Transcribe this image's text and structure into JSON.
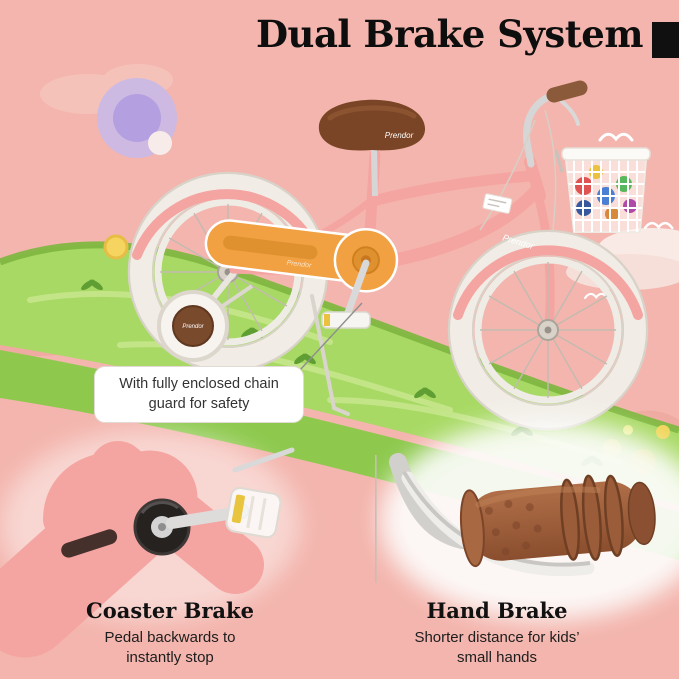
{
  "page": {
    "title": "Dual Brake System"
  },
  "brand": "Prendor",
  "callout": {
    "text": "With fully enclosed chain guard for safety"
  },
  "features": {
    "coaster_brake": {
      "title": "Coaster Brake",
      "description": "Pedal backwards to instantly stop"
    },
    "hand_brake": {
      "title": "Hand Brake",
      "description": "Shorter distance for kids’ small hands"
    }
  },
  "colors": {
    "background": "#f3b5ad",
    "frame_pink": "#f5a5a1",
    "chain_guard_orange": "#f1a142",
    "saddle_brown": "#7a4526",
    "grip_brown": "#9a5c39",
    "hill_green": "#a8d964",
    "hill_green_front": "#8ec94e",
    "hill_edge_green": "#7fb741",
    "accent_purple": "#b49fe0"
  }
}
